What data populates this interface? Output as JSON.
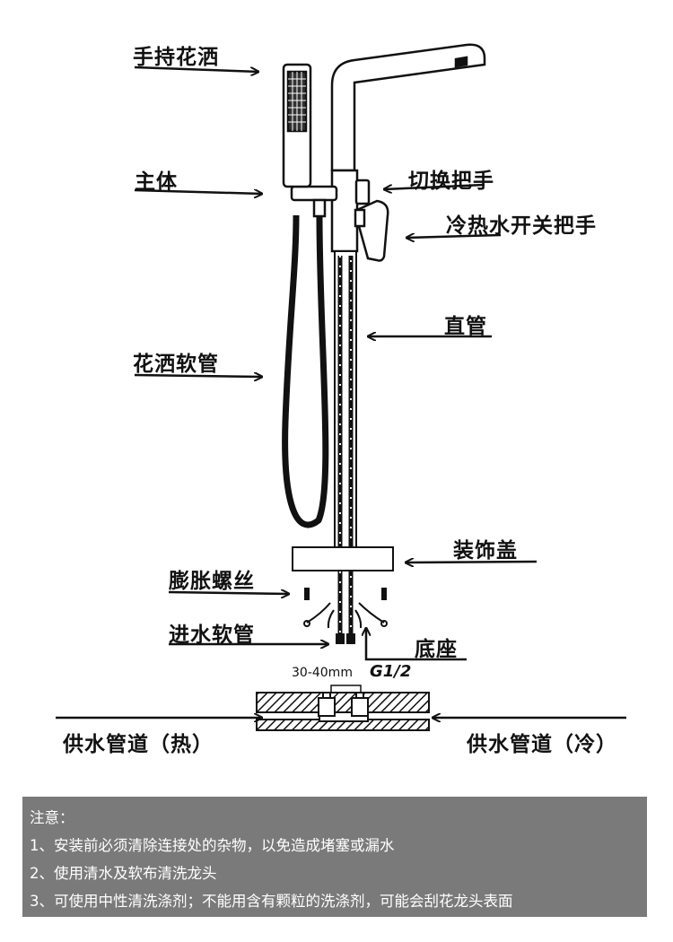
{
  "labels": {
    "handheld_shower": "手持花洒",
    "main_body": "主体",
    "switch_handle": "切换把手",
    "hot_cold_handle": "冷热水开关把手",
    "straight_pipe": "直管",
    "shower_hose": "花洒软管",
    "decorative_cover": "装饰盖",
    "expansion_screw": "膨胀螺丝",
    "inlet_hose": "进水软管",
    "base": "底座",
    "dimension": "30-40mm",
    "thread_spec": "G1/2",
    "supply_hot": "供水管道（热）",
    "supply_cold": "供水管道（冷）"
  },
  "notes": {
    "title": "注意：",
    "items": [
      "1、安装前必须清除连接处的杂物，以免造成堵塞或漏水",
      "2、使用清水及软布清洗龙头",
      "3、可使用中性清洗涤剂；不能用含有颗粒的洗涤剂，可能会刮花龙头表面"
    ]
  },
  "colors": {
    "line": "#111111",
    "note_bg": "#7a7a7a",
    "note_text": "#ffffff"
  }
}
